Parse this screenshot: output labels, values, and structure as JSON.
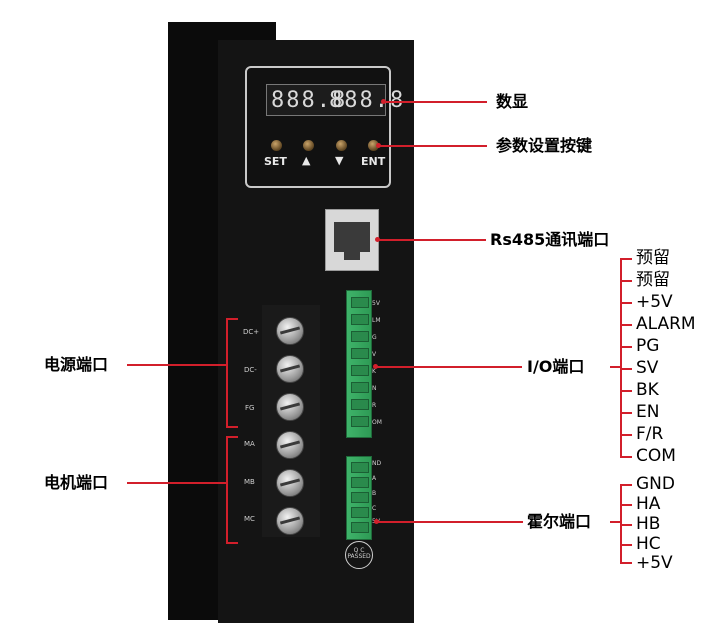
{
  "device": {
    "display_digits_left": "888.8",
    "display_digits_right": "888.8",
    "buttons": [
      "SET",
      "▲",
      "▼",
      "ENT"
    ],
    "power_terminals": [
      "DC+",
      "DC-",
      "FG"
    ],
    "motor_terminals": [
      "MA",
      "MB",
      "MC"
    ],
    "io_pins": [
      "5V",
      "LM",
      "G",
      "V",
      "K",
      "N",
      "R",
      "OM"
    ],
    "hall_pins": [
      "ND",
      "A",
      "B",
      "C",
      "5V"
    ],
    "qc_mark": "Q C\nPASSED"
  },
  "callouts": {
    "display": "数显",
    "param_keys": "参数设置按键",
    "rs485": "Rs485通讯端口",
    "power_port": "电源端口",
    "motor_port": "电机端口",
    "io_port": "I/O端口",
    "hall_port": "霍尔端口"
  },
  "io_signals": [
    "预留",
    "预留",
    "+5V",
    "ALARM",
    "PG",
    "SV",
    "BK",
    "EN",
    "F/R",
    "COM"
  ],
  "hall_signals": [
    "GND",
    "HA",
    "HB",
    "HC",
    "+5V"
  ],
  "colors": {
    "leader_line": "#d21f2b",
    "device_body": "#141414"
  }
}
